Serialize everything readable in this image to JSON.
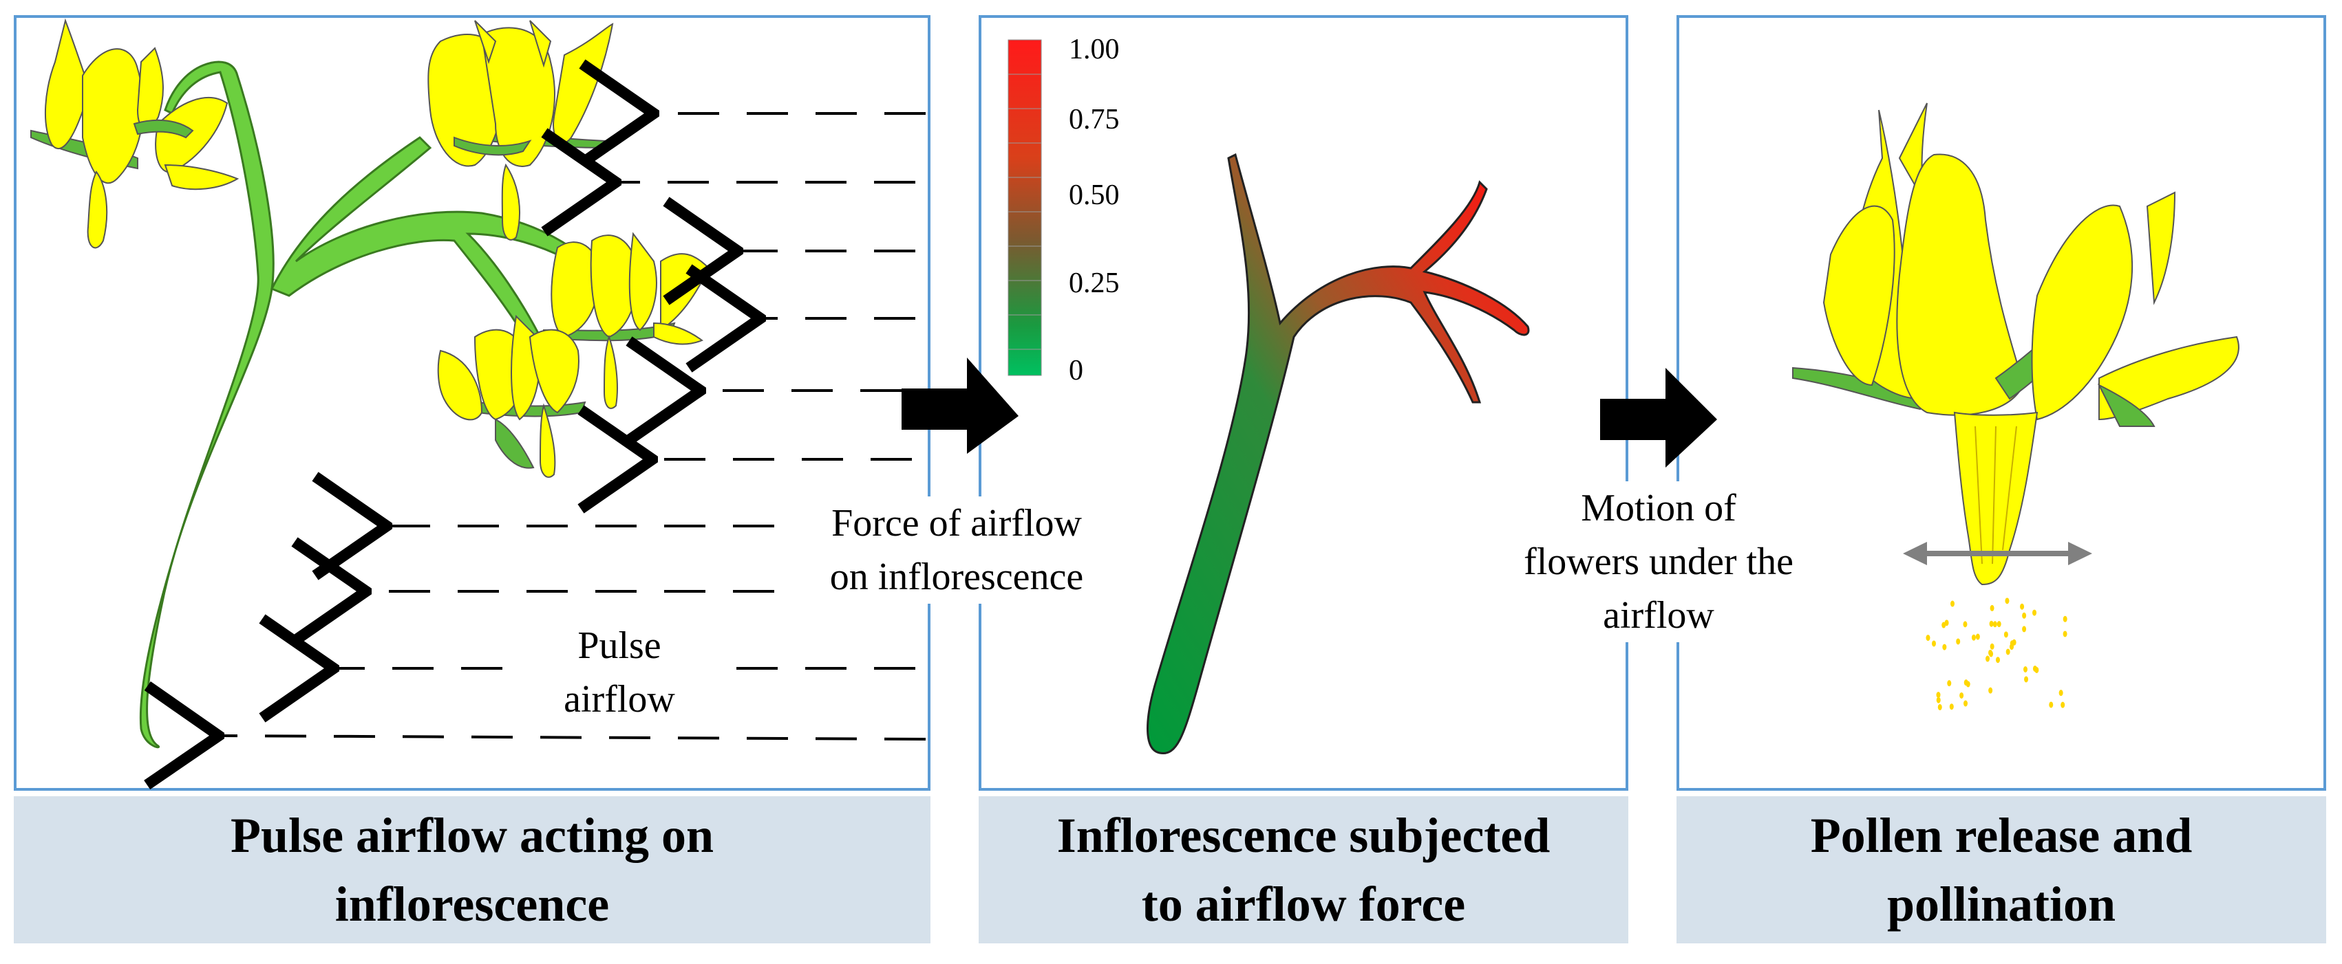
{
  "panels": [
    {
      "caption_line1": "Pulse airflow acting on",
      "caption_line2": "inflorescence"
    },
    {
      "caption_line1": "Inflorescence  subjected",
      "caption_line2": "to airflow force"
    },
    {
      "caption_line1": "Pollen release and",
      "caption_line2": "pollination"
    }
  ],
  "labels": {
    "pulse_line1": "Pulse",
    "pulse_line2": "airflow",
    "force_line1": "Force of airflow",
    "force_line2": "on  inflorescence",
    "motion_line1": "Motion of",
    "motion_line2": "flowers under the",
    "motion_line3": "airflow"
  },
  "colorbar": {
    "ticks": [
      "1.00",
      "0.75",
      "0.50",
      "0.25",
      "0"
    ],
    "colors": [
      "#ff0000",
      "#008f3a"
    ]
  },
  "colors": {
    "panel_border": "#5b9bd5",
    "caption_bg": "#d6e1eb",
    "stem": "#6ccf3f",
    "petal": "#ffff00",
    "sepal": "#5cb83c",
    "pollen": "#ffd700",
    "motion_arrow": "#808080"
  }
}
